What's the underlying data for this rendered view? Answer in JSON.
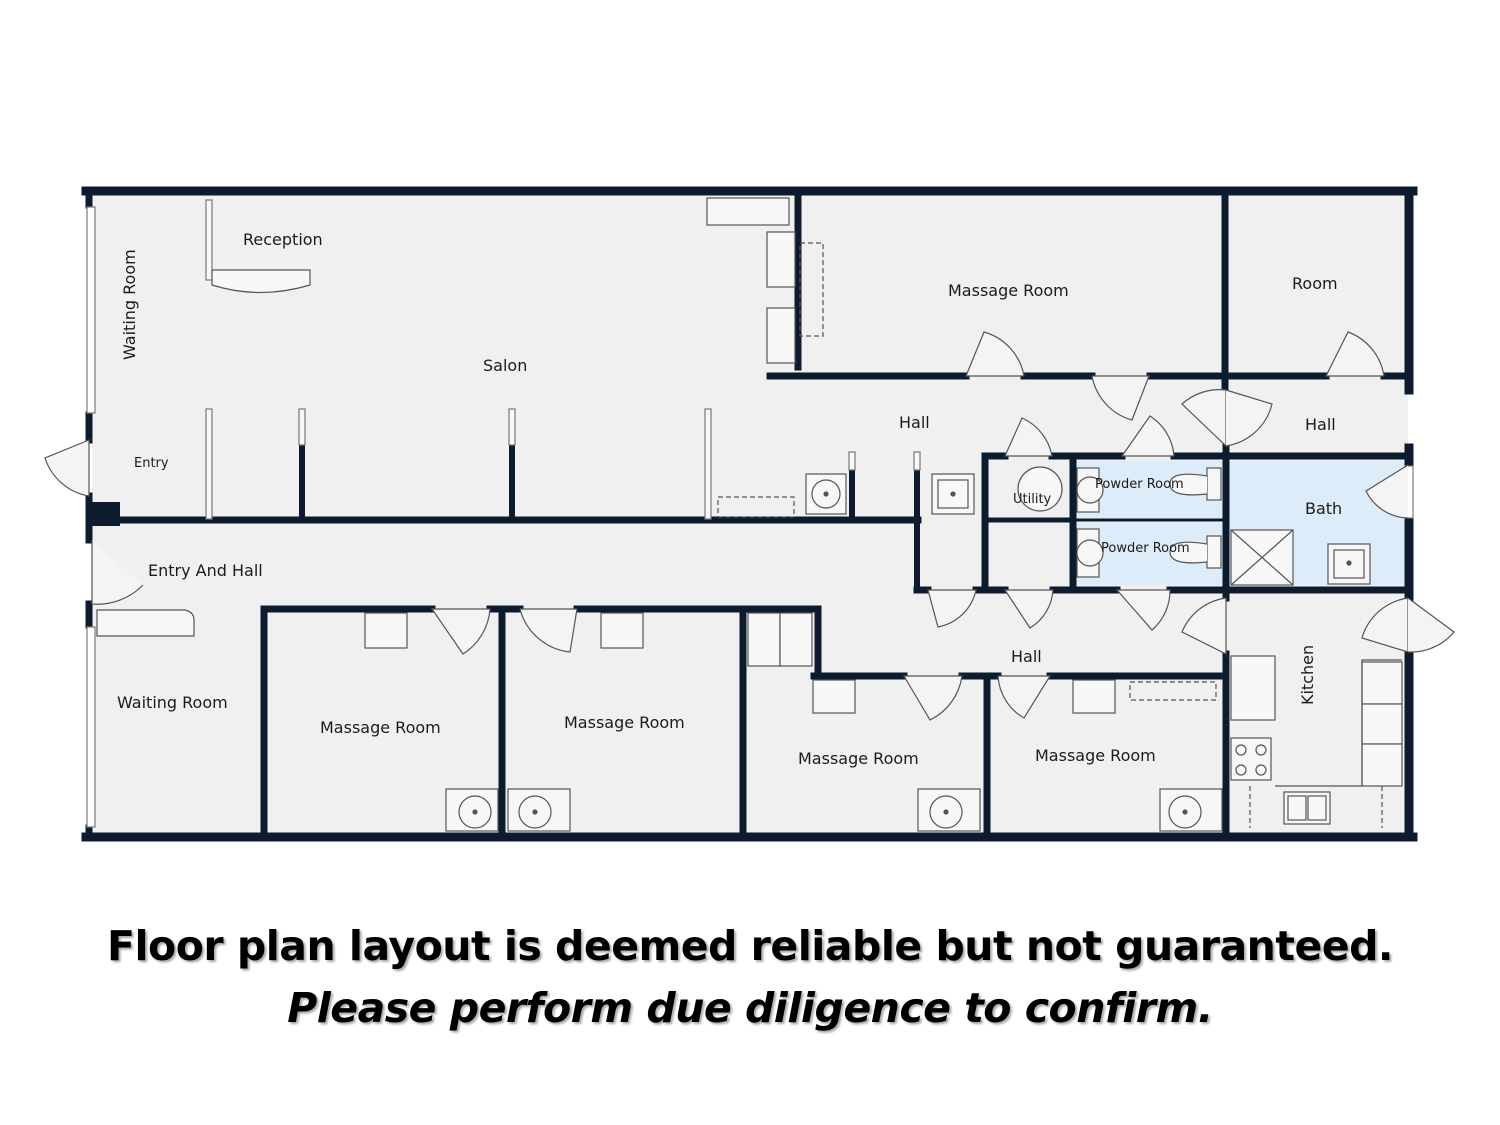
{
  "rooms": {
    "waiting_room_top": "Waiting Room",
    "reception": "Reception",
    "salon": "Salon",
    "entry": "Entry",
    "massage_top": "Massage Room",
    "room": "Room",
    "hall_upper": "Hall",
    "hall_right": "Hall",
    "utility": "Utility",
    "powder_room_1": "Powder Room",
    "powder_room_2": "Powder Room",
    "bath": "Bath",
    "entry_and_hall": "Entry And Hall",
    "waiting_room_bottom": "Waiting Room",
    "massage_1": "Massage Room",
    "massage_2": "Massage Room",
    "massage_3": "Massage Room",
    "massage_4": "Massage Room",
    "hall_lower": "Hall",
    "kitchen": "Kitchen"
  },
  "disclaimer": {
    "line1": "Floor plan layout is deemed reliable but not guaranteed.",
    "line2": "Please perform due diligence to confirm."
  },
  "colors": {
    "wall": "#0d1b2e",
    "floor": "#f0f0f0",
    "wet_room": "#dcecf8"
  }
}
